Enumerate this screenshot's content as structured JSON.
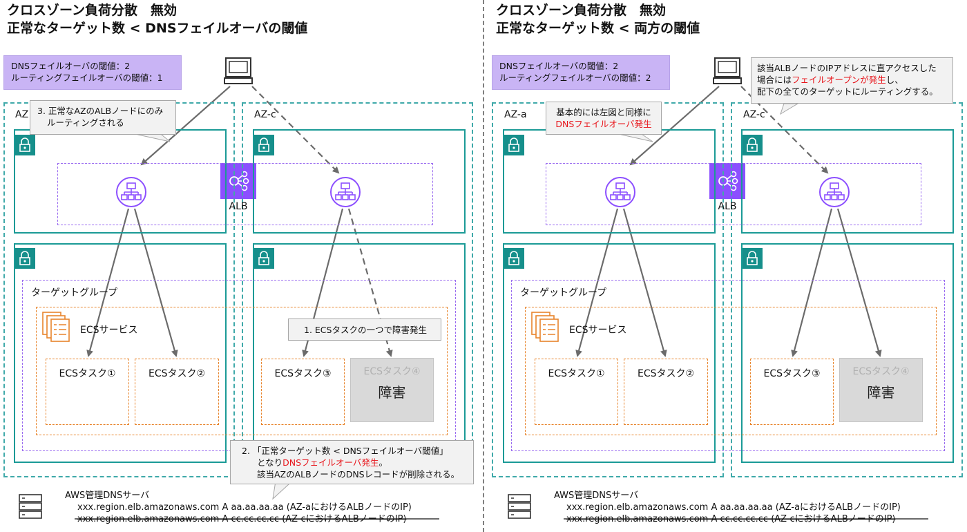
{
  "left": {
    "title_line1": "クロスゾーン負荷分散　無効",
    "title_line2": "正常なターゲット数 < DNSフェイルオーバの閾値",
    "threshold_line1": "DNSフェイルオーバの閾値：2",
    "threshold_line2": "ルーティングフェイルオーバの閾値：1",
    "az_a_label": "AZ",
    "az_c_label": "AZ-c",
    "callout3_line1": "3. 正常なAZのALBノードにのみ",
    "callout3_line2": "ルーティングされる",
    "callout1": "1. ECSタスクの一つで障害発生",
    "callout2_line1": "2. 「正常ターゲット数 < DNSフェイルオーバ閾値」",
    "callout2_line2_pre": "となり",
    "callout2_line2_red": "DNSフェイルオーバ発生",
    "callout2_line2_post": "。",
    "callout2_line3": "該当AZのALBノードのDNSレコードが削除される。",
    "alb_label": "ALB",
    "target_group": "ターゲットグループ",
    "ecs_service": "ECSサービス",
    "task1": "ECSタスク①",
    "task2": "ECSタスク②",
    "task3": "ECSタスク③",
    "task4": "ECSタスク④",
    "failure": "障害",
    "dns_title": "AWS管理DNSサーバ",
    "dns_line1": "xxx.region.elb.amazonaws.com A aa.aa.aa.aa (AZ-aにおけるALBノードのIP)",
    "dns_line2": "xxx.region.elb.amazonaws.com A cc.cc.cc.cc (AZ-cにおけるALBノードのIP)"
  },
  "right": {
    "title_line1": "クロスゾーン負荷分散　無効",
    "title_line2": "正常なターゲット数 < 両方の閾値",
    "threshold_line1": "DNSフェイルオーバの閾値：2",
    "threshold_line2": "ルーティングフェイルオーバの閾値：2",
    "az_a_label": "AZ-a",
    "az_c_label": "AZ-c",
    "callout_basic_line1": "基本的には左図と同様に",
    "callout_basic_line2_red": "DNSフェイルオーバ発生",
    "callout_open_line1": "該当ALBノードのIPアドレスに直アクセスした",
    "callout_open_line2_pre": "場合には",
    "callout_open_line2_red": "フェイルオープンが発生",
    "callout_open_line2_post": "し、",
    "callout_open_line3": "配下の全てのターゲットにルーティングする。",
    "alb_label": "ALB",
    "target_group": "ターゲットグループ",
    "ecs_service": "ECSサービス",
    "task1": "ECSタスク①",
    "task2": "ECSタスク②",
    "task3": "ECSタスク③",
    "task4": "ECSタスク④",
    "failure": "障害",
    "dns_title": "AWS管理DNSサーバ",
    "dns_line1": "xxx.region.elb.amazonaws.com A aa.aa.aa.aa (AZ-aにおけるALBノードのIP)",
    "dns_line2": "xxx.region.elb.amazonaws.com A cc.cc.cc.cc (AZ-cにおけるALBノードのIP)"
  },
  "colors": {
    "az_border": "#3fa9a9",
    "subnet": "#1a9a96",
    "alb": "#8c4fff",
    "ecs": "#e8842b",
    "highlight_red": "#e8151b",
    "threshold_bg": "#c9b4f5"
  },
  "icons": [
    "client-computer-icon",
    "lock-icon",
    "alb-icon",
    "load-balancer-node-icon",
    "ecs-service-icon",
    "container-icon",
    "dns-server-icon"
  ]
}
